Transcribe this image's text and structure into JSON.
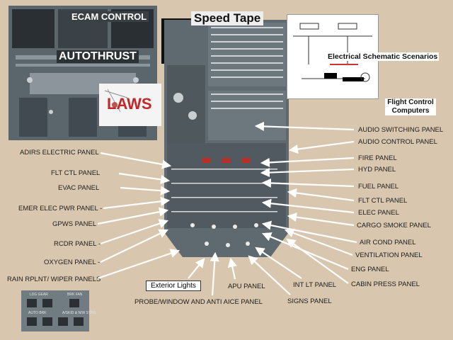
{
  "titles": {
    "ecam_control": "ECAM CONTROL",
    "autothrust": "AUTOTHRUST",
    "speed_tape": "Speed Tape",
    "laws": "LAWS",
    "electrical_schematic": "Electrical Schematic Scenarios",
    "flight_control_computers": "Flight Control Computers"
  },
  "left_labels": [
    "ADIRS ELECTRIC PANEL",
    "FLT CTL PANEL",
    "EVAC PANEL",
    "EMER ELEC PWR PANEL -",
    "GPWS PANEL",
    "RCDR PANEL -",
    "OXYGEN PANEL -",
    "RAIN RPLNT/ WIPER PANELS"
  ],
  "right_labels": [
    "AUDIO SWITCHING PANEL",
    "AUDIO CONTROL PANEL",
    "FIRE PANEL",
    "HYD PANEL",
    "FUEL PANEL",
    "FLT CTL PANEL",
    "ELEC PANEL",
    "CARGO SMOKE PANEL",
    "AIR COND PANEL",
    "VENTILATION PANEL",
    "ENG PANEL",
    "CABIN PRESS PANEL"
  ],
  "bottom_labels": {
    "exterior_lights": "Exterior Lights",
    "apu_panel": "APU PANEL",
    "int_lt_panel": "INT LT PANEL",
    "probe_window": "PROBE/WINDOW AND ANTI AICE PANEL",
    "signs_panel": "SIGNS PANEL"
  },
  "inset_labels": {
    "ldg_gear": "LDG GEAR",
    "brk_fan": "BRK FAN",
    "auto_brk": "AUTO BRK",
    "a_skid": "A/SKID & N/W STRG"
  },
  "colors": {
    "background": "#d8c7ae",
    "laws_red": "#c0282a",
    "panel_gray": "#5f6a70",
    "arrow_white": "#ffffff"
  }
}
